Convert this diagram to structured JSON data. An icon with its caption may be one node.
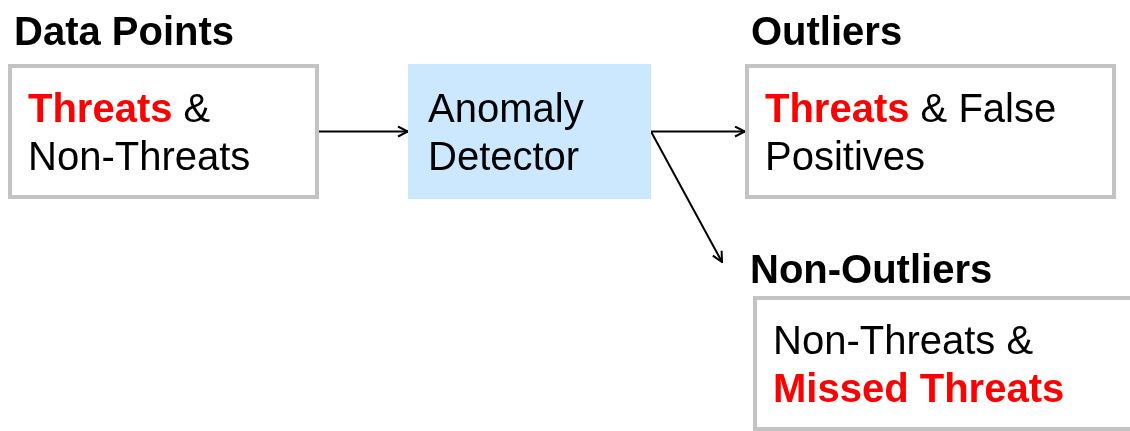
{
  "diagram": {
    "nodes": [
      {
        "text": [
          "Data Points",
          "**Threats** & Non-Threats"
        ]
      },
      {
        "text": [
          "Anomaly Detector"
        ]
      },
      {
        "text": [
          "Outliers",
          "**Threats** & False Positives"
        ]
      },
      {
        "text": [
          "Non-Outliers",
          "Non-Threats & **Missed Threats**"
        ]
      }
    ],
    "edges": [
      {
        "from": 0,
        "to": 1,
        "arrow": "to"
      },
      {
        "from": 1,
        "to": 2,
        "arrow": "to"
      },
      {
        "from": 1,
        "to": 3,
        "arrow": "to"
      }
    ]
  }
}
